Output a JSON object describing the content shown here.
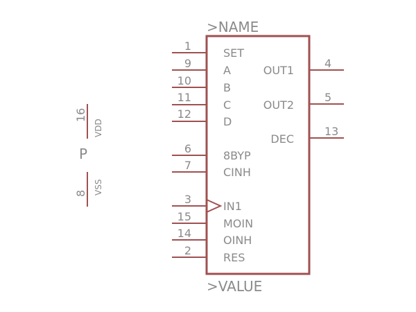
{
  "symbol": {
    "name_label": ">NAME",
    "value_label": ">VALUE",
    "colors": {
      "line": "#a05050",
      "text": "#8a8a8a"
    },
    "left_pins": [
      {
        "num": "1",
        "name": "SET"
      },
      {
        "num": "9",
        "name": "A"
      },
      {
        "num": "10",
        "name": "B"
      },
      {
        "num": "11",
        "name": "C"
      },
      {
        "num": "12",
        "name": "D"
      },
      {
        "num": "6",
        "name": "8BYP"
      },
      {
        "num": "7",
        "name": "CINH"
      },
      {
        "num": "3",
        "name": "IN1",
        "clock": true
      },
      {
        "num": "15",
        "name": "MOIN"
      },
      {
        "num": "14",
        "name": "OINH"
      },
      {
        "num": "2",
        "name": "RES"
      }
    ],
    "right_pins": [
      {
        "num": "4",
        "name": "OUT1"
      },
      {
        "num": "5",
        "name": "OUT2"
      },
      {
        "num": "13",
        "name": "DEC"
      }
    ]
  },
  "power": {
    "gate_label": "P",
    "pins": [
      {
        "num": "16",
        "name": "VDD"
      },
      {
        "num": "8",
        "name": "VSS"
      }
    ]
  }
}
